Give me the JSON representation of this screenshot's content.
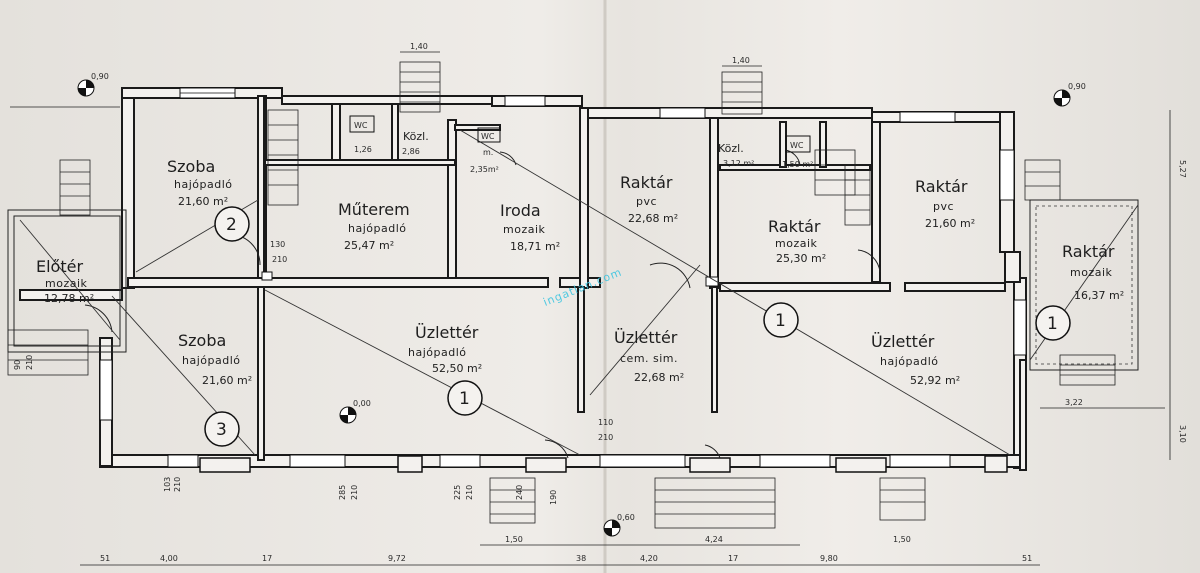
{
  "rooms": [
    {
      "id": "szoba-1",
      "name": "Szoba",
      "floor": "hajópadló",
      "area": "21,60 m²"
    },
    {
      "id": "muterem",
      "name": "Műterem",
      "floor": "hajópadló",
      "area": "25,47 m²"
    },
    {
      "id": "kozl-1",
      "name": "Közl.",
      "floor": "",
      "area": "2,86"
    },
    {
      "id": "wc-1",
      "name": "WC",
      "floor": "",
      "area": "1,26"
    },
    {
      "id": "wc-2",
      "name": "WC",
      "floor": "m.",
      "area": "2,35m²"
    },
    {
      "id": "iroda",
      "name": "Iroda",
      "floor": "mozaik",
      "area": "18,71 m²"
    },
    {
      "id": "raktar-1",
      "name": "Raktár",
      "floor": "pvc",
      "area": "22,68 m²"
    },
    {
      "id": "kozl-2",
      "name": "Közl.",
      "floor": "",
      "area": "3,12 m²"
    },
    {
      "id": "wc-3",
      "name": "WC",
      "floor": "",
      "area": "1,50 m²"
    },
    {
      "id": "raktar-2",
      "name": "Raktár",
      "floor": "mozaik",
      "area": "25,30 m²"
    },
    {
      "id": "raktar-3",
      "name": "Raktár",
      "floor": "pvc",
      "area": "21,60 m²"
    },
    {
      "id": "raktar-4",
      "name": "Raktár",
      "floor": "mozaik",
      "area": "16,37 m²"
    },
    {
      "id": "eloter",
      "name": "Előtér",
      "floor": "mozaik",
      "area": "12,78 m²"
    },
    {
      "id": "szoba-2",
      "name": "Szoba",
      "floor": "hajópadló",
      "area": "21,60 m²"
    },
    {
      "id": "uzletter-1",
      "name": "Üzlettér",
      "floor": "hajópadló",
      "area": "52,50 m²"
    },
    {
      "id": "uzletter-2",
      "name": "Üzlettér",
      "floor": "cem. sim.",
      "area": "22,68 m²"
    },
    {
      "id": "uzletter-3",
      "name": "Üzlettér",
      "floor": "hajópadló",
      "area": "52,92 m²"
    }
  ],
  "markers": [
    "1",
    "1",
    "1",
    "2",
    "3"
  ],
  "levels": [
    "0,90",
    "0,90",
    "0,00",
    "0,60"
  ],
  "dimensions": {
    "bottom": [
      "51",
      "4,00",
      "17",
      "9,72",
      "38",
      "4,20",
      "17",
      "9,80",
      "51"
    ],
    "stairs": [
      "1,40",
      "1,40",
      "1,50",
      "4,24",
      "1,50"
    ],
    "right": [
      "5,27",
      "3,10",
      "3,22"
    ],
    "openings": [
      "103",
      "210",
      "130",
      "210",
      "90",
      "210",
      "110",
      "210",
      "225",
      "210",
      "285",
      "210",
      "240",
      "190"
    ]
  },
  "watermark": "ingatlan.com"
}
